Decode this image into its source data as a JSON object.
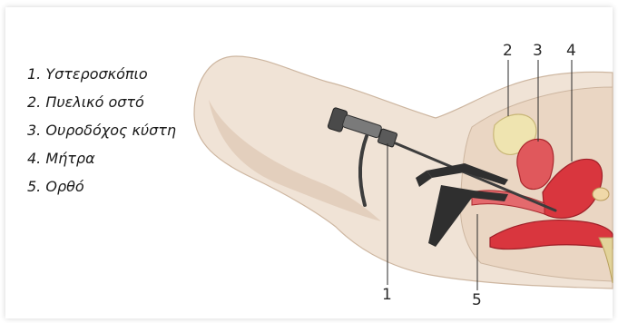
{
  "legend": [
    "1. Υστεροσκόπιο",
    "2. Πυελικό οστό",
    "3. Ουροδόχος κύστη",
    "4. Μήτρα",
    "5. Ορθό"
  ],
  "callouts": [
    "1",
    "2",
    "3",
    "4",
    "5"
  ],
  "colors": {
    "skin": "#f0e3d6",
    "skin_shade": "#dcc7b3",
    "organ_red": "#d9363e",
    "bone": "#efe4b0",
    "instrument": "#3d3d3d"
  }
}
